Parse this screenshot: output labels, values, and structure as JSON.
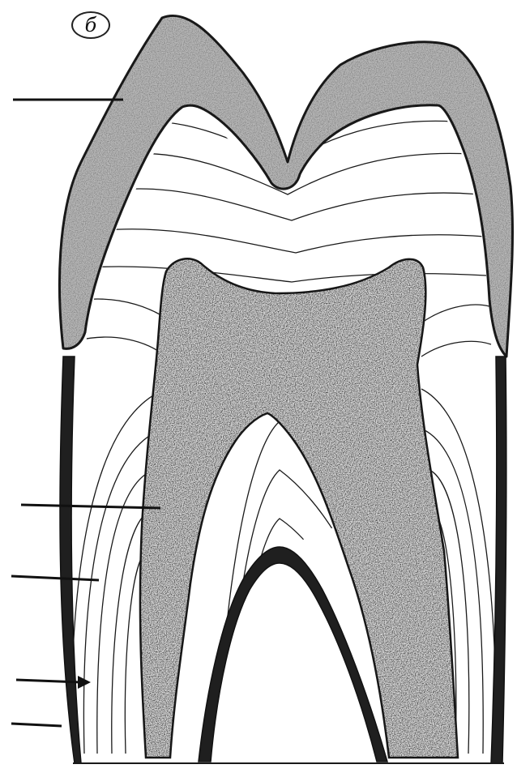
{
  "figure": {
    "panel_label": "б",
    "structures": [
      "enamel",
      "dentin-growth-lines",
      "pulp-cavity",
      "cementum"
    ],
    "pointer_lines": [
      {
        "name": "enamel-pointer",
        "has_arrowhead": false
      },
      {
        "name": "pulp-pointer",
        "has_arrowhead": false
      },
      {
        "name": "dentin-line-pointer",
        "has_arrowhead": false
      },
      {
        "name": "dentin-arrow-pointer",
        "has_arrowhead": true
      },
      {
        "name": "cementum-pointer",
        "has_arrowhead": false
      }
    ],
    "colors": {
      "enamel": "#b9b9b9",
      "outline": "#1a1a1a",
      "pulp_dots": "#2a2a2a",
      "background": "#ffffff"
    }
  }
}
